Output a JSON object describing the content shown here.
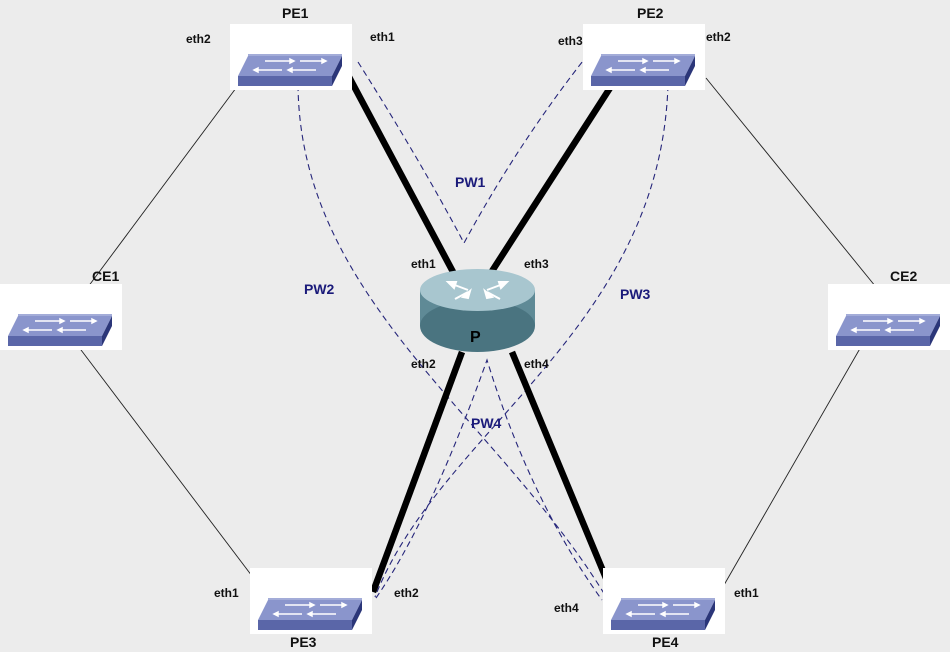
{
  "devices": {
    "pe1": "PE1",
    "pe2": "PE2",
    "pe3": "PE3",
    "pe4": "PE4",
    "ce1": "CE1",
    "ce2": "CE2",
    "p": "P"
  },
  "interfaces": {
    "pe1_eth2": "eth2",
    "pe1_eth1": "eth1",
    "pe2_eth3": "eth3",
    "pe2_eth2": "eth2",
    "p_eth1": "eth1",
    "p_eth3": "eth3",
    "p_eth2": "eth2",
    "p_eth4": "eth4",
    "pe3_eth1": "eth1",
    "pe3_eth2": "eth2",
    "pe4_eth4": "eth4",
    "pe4_eth1": "eth1"
  },
  "pseudowires": {
    "pw1": "PW1",
    "pw2": "PW2",
    "pw3": "PW3",
    "pw4": "PW4"
  },
  "colors": {
    "background": "#ececec",
    "switch_top": "#7f8bc4",
    "switch_front": "#5a66a8",
    "switch_side": "#2b3679",
    "router_body": "#5f8a96",
    "router_top": "#a8c6cf",
    "pseudowire": "#25257a",
    "link": "#000000"
  },
  "icons": {
    "switch": "ethernet-switch-icon",
    "router": "router-icon"
  }
}
